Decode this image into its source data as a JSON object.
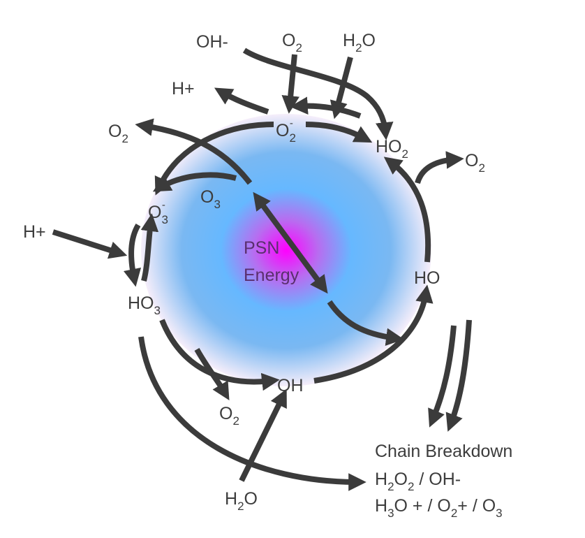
{
  "diagram": {
    "center": {
      "line1": "PSN",
      "line2": "Energy"
    },
    "species": {
      "oh_minus_top": "OH-",
      "o2_top_base": "O",
      "o2_top_sub": "2",
      "h2o_top_base": "H",
      "h2o_top_sub": "2",
      "h2o_top_tail": "O",
      "h_plus_top": "H+",
      "o2_radical_base": "O",
      "o2_radical_sub": "2",
      "o2_radical_sup": "-",
      "o2_left_base": "O",
      "o2_left_sub": "2",
      "ho2_base": "HO",
      "ho2_sub": "2",
      "o2_right_base": "O",
      "o2_right_sub": "2",
      "o3_base": "O",
      "o3_sub": "3",
      "o3_radical_base": "O",
      "o3_radical_sub": "3",
      "o3_radical_sup": "-",
      "h_plus_left": "H+",
      "ho3_base": "HO",
      "ho3_sub": "3",
      "ho": "HO",
      "oh": "OH",
      "o2_bottom_base": "O",
      "o2_bottom_sub": "2",
      "h2o_bottom_base": "H",
      "h2o_bottom_sub": "2",
      "h2o_bottom_tail": "O"
    },
    "chain_breakdown": {
      "title": "Chain Breakdown",
      "line2": {
        "h": "H",
        "h_sub": "2",
        "o": "O",
        "o_sub": "2",
        "tail": " / OH-"
      },
      "line3": {
        "h": "H",
        "h_sub": "3",
        "mid": "O + / O",
        "o_sub": "2",
        "mid2": "+ / O",
        "o3_sub": "3"
      }
    },
    "colors": {
      "arrow": "#3b3b3b",
      "sphere_core": "#ff00ff",
      "sphere_mid": "#66b8ff",
      "sphere_edge": "#f4ecf8"
    }
  }
}
